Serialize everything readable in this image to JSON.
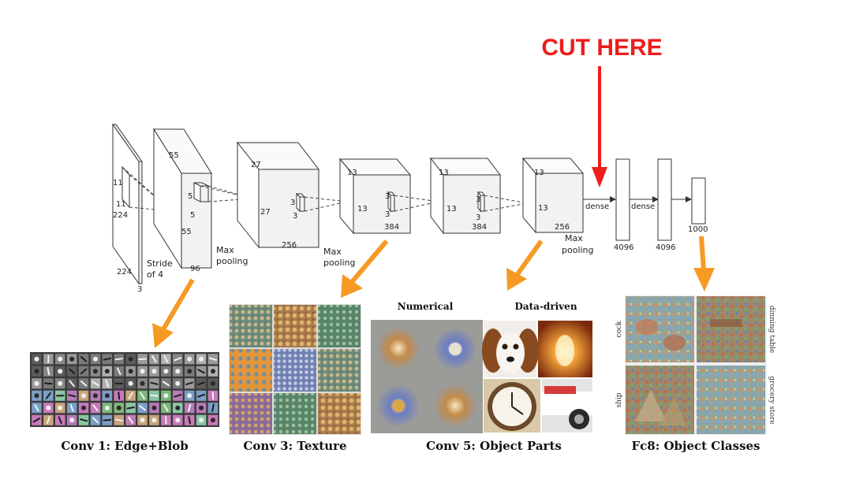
{
  "cut_label": "CUT HERE",
  "colors": {
    "cut": "#ee1c1c",
    "arrow": "#f59a23",
    "line": "#333333"
  },
  "network": {
    "input": {
      "h": "224",
      "w": "224",
      "d": "3",
      "kernel_a": "11",
      "kernel_b": "11"
    },
    "stride_line1": "Stride",
    "stride_line2": "of 4",
    "conv1": {
      "h": "55",
      "w": "55",
      "d": "96",
      "kernel_a": "5",
      "kernel_b": "5"
    },
    "pool1": "Max",
    "pool1b": "pooling",
    "conv2": {
      "h": "27",
      "w": "27",
      "d": "256",
      "kernel_a": "3",
      "kernel_b": "3"
    },
    "pool2": "Max",
    "pool2b": "pooling",
    "conv3": {
      "h": "13",
      "w": "13",
      "d": "384",
      "kernel_a": "3",
      "kernel_b": "3"
    },
    "conv4": {
      "h": "13",
      "w": "13",
      "d": "384",
      "kernel_a": "3",
      "kernel_b": "3"
    },
    "conv5": {
      "h": "13",
      "w": "13",
      "d": "256"
    },
    "pool3": "Max",
    "pool3b": "pooling",
    "dense1": "dense",
    "dense2": "dense",
    "fc6": "4096",
    "fc7": "4096",
    "fc8": "1000"
  },
  "panels": {
    "conv1": {
      "caption": "Conv 1: Edge+Blob"
    },
    "conv3": {
      "caption": "Conv 3: Texture"
    },
    "conv5": {
      "caption": "Conv 5: Object Parts",
      "left_header": "Numerical",
      "right_header": "Data-driven"
    },
    "fc8": {
      "caption": "Fc8: Object Classes",
      "labels": [
        "cock",
        "dinning table",
        "ship",
        "grocery store"
      ]
    }
  }
}
